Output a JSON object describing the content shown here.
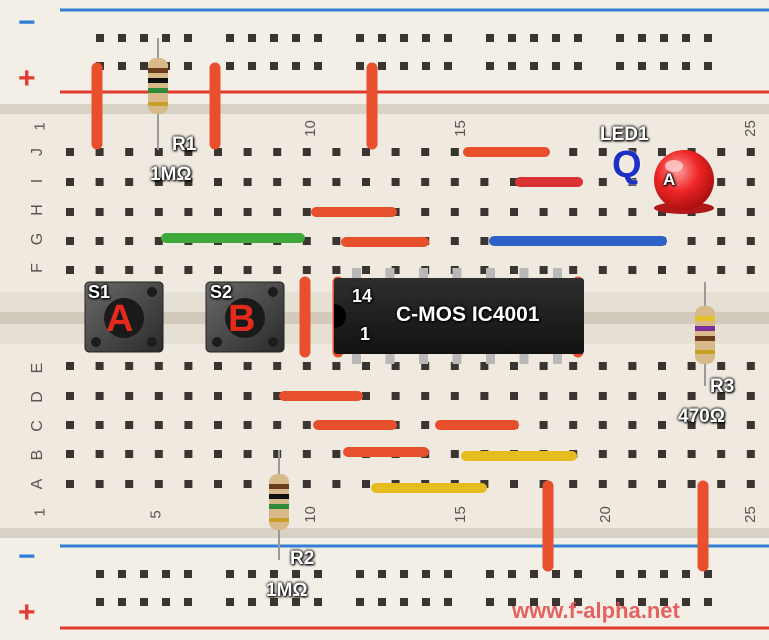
{
  "photo": {
    "chip_label": "C-MOS IC4001",
    "chip_pin_top": "14",
    "chip_pin_bottom": "1"
  },
  "components": {
    "r1": {
      "name": "R1",
      "value": "1MΩ"
    },
    "r2": {
      "name": "R2",
      "value": "1MΩ"
    },
    "r3": {
      "name": "R3",
      "value": "470Ω"
    },
    "led": {
      "name": "LED1",
      "anode": "A"
    },
    "s1": {
      "name": "S1",
      "input": "A"
    },
    "s2": {
      "name": "S2",
      "input": "B"
    },
    "output": "Q"
  },
  "breadboard": {
    "rail_minus": "−",
    "rail_plus": "+",
    "rows_top": [
      "J",
      "I",
      "H",
      "G",
      "F"
    ],
    "rows_bottom": [
      "E",
      "D",
      "C",
      "B",
      "A"
    ],
    "columns": [
      "1",
      "5",
      "10",
      "15",
      "20",
      "25"
    ]
  },
  "colors": {
    "board": "#efe9df",
    "rail_red": "#e23a2e",
    "rail_blue": "#2f7fd6",
    "wire_red": "#e8502d",
    "wire_green": "#3fa83a",
    "wire_blue": "#2e62c8",
    "wire_yellow": "#e6bc1c",
    "label_letter_red": "#e52a1c",
    "label_letter_blue": "#1d2fc4"
  },
  "watermark": "www.f-alpha.net"
}
